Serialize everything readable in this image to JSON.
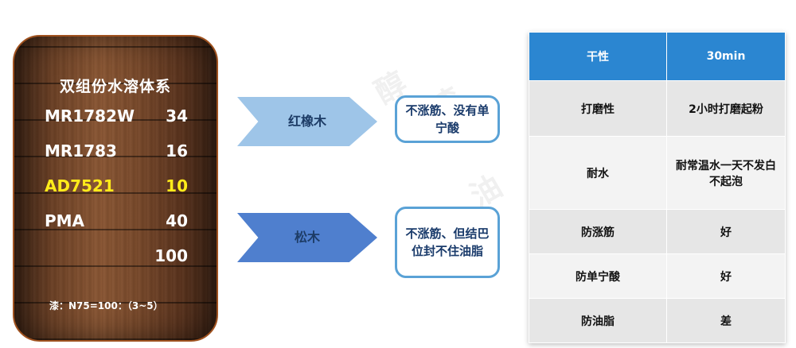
{
  "formula": {
    "title": "双组份水溶体系",
    "rows": [
      {
        "name": "MR1782W",
        "value": "34",
        "highlight": false
      },
      {
        "name": "MR1783",
        "value": "16",
        "highlight": false
      },
      {
        "name": "AD7521",
        "value": "10",
        "highlight": true
      },
      {
        "name": "PMA",
        "value": "40",
        "highlight": false
      },
      {
        "name": "",
        "value": "100",
        "highlight": false
      }
    ],
    "note": "漆：N75=100：（3~5）"
  },
  "flow": [
    {
      "wood": "红橡木",
      "result": "不涨筋、没有单宁酸"
    },
    {
      "wood": "松木",
      "result": "不涨筋、但结巴位封不住油脂"
    }
  ],
  "table": {
    "headers": [
      "干性",
      "30min"
    ],
    "rows": [
      [
        "打磨性",
        "2小时打磨起粉"
      ],
      [
        "耐水",
        "耐常温水一天不发白不起泡"
      ],
      [
        "防涨筋",
        "好"
      ],
      [
        "防单宁酸",
        "好"
      ],
      [
        "防油脂",
        "差"
      ]
    ]
  },
  "colors": {
    "highlight": "#ffec1a",
    "header_blue": "#2b86d1",
    "arrow_light": "#9ec5e8",
    "arrow_dark": "#4f7fce",
    "box_border": "#5aa2d6"
  }
}
